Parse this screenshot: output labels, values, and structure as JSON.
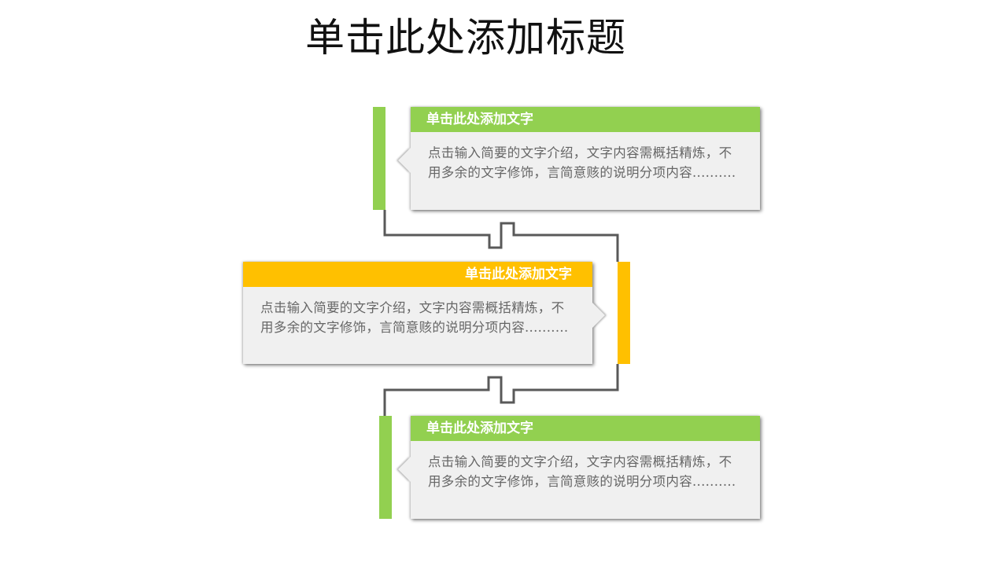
{
  "title": "单击此处添加标题",
  "colors": {
    "green": "#92d050",
    "orange": "#ffc000",
    "connector": "#595959",
    "card_bg": "#f0f0f0",
    "body_text": "#666666"
  },
  "items": [
    {
      "heading": "单击此处添加文字",
      "body": "点击输入简要的文字介绍，文字内容需概括精炼，不用多余的文字修饰，言简意赅的说明分项内容..........",
      "color": "green",
      "side": "right"
    },
    {
      "heading": "单击此处添加文字",
      "body": "点击输入简要的文字介绍，文字内容需概括精炼，不用多余的文字修饰，言简意赅的说明分项内容..........",
      "color": "orange",
      "side": "left"
    },
    {
      "heading": "单击此处添加文字",
      "body": "点击输入简要的文字介绍，文字内容需概括精炼，不用多余的文字修饰，言简意赅的说明分项内容..........",
      "color": "green",
      "side": "right"
    }
  ]
}
